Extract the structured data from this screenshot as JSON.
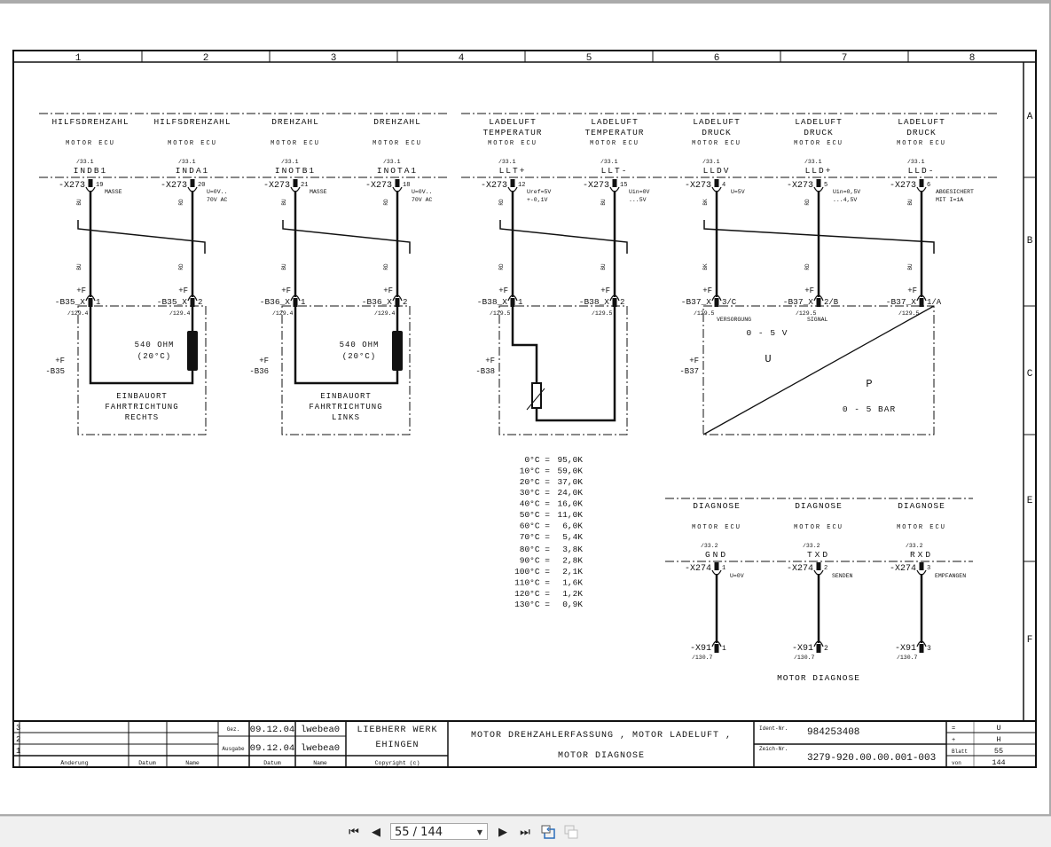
{
  "frame": {
    "columns": [
      "1",
      "2",
      "3",
      "4",
      "5",
      "6",
      "7",
      "8"
    ],
    "rows": [
      "A",
      "B",
      "C",
      "E",
      "F"
    ]
  },
  "circuits": [
    {
      "title1": "HILFSDREHZAHL",
      "title2": "",
      "ecu": "MOTOR ECU",
      "ref": "/33.1",
      "signal": "INDB1",
      "connector": "-X273",
      "pin": "19",
      "note1": "MASSE",
      "note2": "",
      "wire_color": "BU",
      "sensor_f": "+F",
      "sensor_conn": "-B35_X",
      "sensor_pin": "1",
      "sensor_ref": "/129.4"
    },
    {
      "title1": "HILFSDREHZAHL",
      "title2": "",
      "ecu": "MOTOR ECU",
      "ref": "/33.1",
      "signal": "INDA1",
      "connector": "-X273",
      "pin": "20",
      "note1": "U=0V..",
      "note2": "70V AC",
      "wire_color": "RD",
      "sensor_f": "+F",
      "sensor_conn": "-B35_X",
      "sensor_pin": "2",
      "sensor_ref": "/129.4"
    },
    {
      "title1": "DREHZAHL",
      "title2": "",
      "ecu": "MOTOR ECU",
      "ref": "/33.1",
      "signal": "INOTB1",
      "connector": "-X273",
      "pin": "21",
      "note1": "MASSE",
      "note2": "",
      "wire_color": "BU",
      "sensor_f": "+F",
      "sensor_conn": "-B36_X",
      "sensor_pin": "1",
      "sensor_ref": "/129.4"
    },
    {
      "title1": "DREHZAHL",
      "title2": "",
      "ecu": "MOTOR ECU",
      "ref": "/33.1",
      "signal": "INOTA1",
      "connector": "-X273",
      "pin": "18",
      "note1": "U=0V..",
      "note2": "70V AC",
      "wire_color": "RD",
      "sensor_f": "+F",
      "sensor_conn": "-B36_X",
      "sensor_pin": "2",
      "sensor_ref": "/129.4"
    },
    {
      "title1": "LADELUFT",
      "title2": "TEMPERATUR",
      "ecu": "MOTOR ECU",
      "ref": "/33.1",
      "signal": "LLT+",
      "connector": "-X273",
      "pin": "12",
      "note1": "Uref=5V",
      "note2": "+-0,1V",
      "wire_color": "RD",
      "sensor_f": "+F",
      "sensor_conn": "-B38_X",
      "sensor_pin": "1",
      "sensor_ref": "/129.5"
    },
    {
      "title1": "LADELUFT",
      "title2": "TEMPERATUR",
      "ecu": "MOTOR ECU",
      "ref": "/33.1",
      "signal": "LLT-",
      "connector": "-X273",
      "pin": "15",
      "note1": "Uin=0V",
      "note2": "...5V",
      "wire_color": "BU",
      "sensor_f": "+F",
      "sensor_conn": "-B38_X",
      "sensor_pin": "2",
      "sensor_ref": "/129.5"
    },
    {
      "title1": "LADELUFT",
      "title2": "DRUCK",
      "ecu": "MOTOR ECU",
      "ref": "/33.1",
      "signal": "LLDV",
      "connector": "-X273",
      "pin": "4",
      "note1": "U=5V",
      "note2": "",
      "wire_color": "BK",
      "sensor_f": "+F",
      "sensor_conn": "-B37_X",
      "sensor_pin": "3/C",
      "sensor_ref": "/129.5"
    },
    {
      "title1": "LADELUFT",
      "title2": "DRUCK",
      "ecu": "MOTOR ECU",
      "ref": "/33.1",
      "signal": "LLD+",
      "connector": "-X273",
      "pin": "5",
      "note1": "Uin=0,5V",
      "note2": "...4,5V",
      "wire_color": "RD",
      "sensor_f": "+F",
      "sensor_conn": "-B37_X",
      "sensor_pin": "2/B",
      "sensor_ref": "/129.5"
    },
    {
      "title1": "LADELUFT",
      "title2": "DRUCK",
      "ecu": "MOTOR ECU",
      "ref": "/33.1",
      "signal": "LLD-",
      "connector": "-X273",
      "pin": "6",
      "note1": "ABGESICHERT",
      "note2": "MIT I=1A",
      "wire_color": "BU",
      "sensor_f": "+F",
      "sensor_conn": "-B37_X",
      "sensor_pin": "1/A",
      "sensor_ref": "/129.5"
    }
  ],
  "components": {
    "b35": {
      "f": "+F",
      "name": "-B35",
      "value": "540 OHM",
      "temp": "(20°C)",
      "loc1": "EINBAUORT",
      "loc2": "FAHRTRICHTUNG",
      "loc3": "RECHTS"
    },
    "b36": {
      "f": "+F",
      "name": "-B36",
      "value": "540 OHM",
      "temp": "(20°C)",
      "loc1": "EINBAUORT",
      "loc2": "FAHRTRICHTUNG",
      "loc3": "LINKS"
    },
    "b38": {
      "f": "+F",
      "name": "-B38"
    },
    "b37": {
      "f": "+F",
      "name": "-B37",
      "supply": "VERSORGUNG",
      "signal": "SIGNAL",
      "voltage": "0 - 5 V",
      "u": "U",
      "p": "P",
      "pressure": "0 - 5 BAR"
    }
  },
  "temp_table": [
    [
      "0°C =",
      "95,0K"
    ],
    [
      "10°C =",
      "59,0K"
    ],
    [
      "20°C =",
      "37,0K"
    ],
    [
      "30°C =",
      "24,0K"
    ],
    [
      "40°C =",
      "16,0K"
    ],
    [
      "50°C =",
      "11,0K"
    ],
    [
      "60°C =",
      "6,0K"
    ],
    [
      "70°C =",
      "5,4K"
    ],
    [
      "80°C =",
      "3,8K"
    ],
    [
      "90°C =",
      "2,8K"
    ],
    [
      "100°C =",
      "2,1K"
    ],
    [
      "110°C =",
      "1,6K"
    ],
    [
      "120°C =",
      "1,2K"
    ],
    [
      "130°C =",
      "0,9K"
    ]
  ],
  "diagnose": {
    "footer": "MOTOR DIAGNOSE",
    "items": [
      {
        "title": "DIAGNOSE",
        "ecu": "MOTOR ECU",
        "ref": "/33.2",
        "signal": "GND",
        "connector": "-X274",
        "pin": "1",
        "note": "U=0V",
        "end_conn": "-X91",
        "end_pin": "1",
        "end_ref": "/130.7"
      },
      {
        "title": "DIAGNOSE",
        "ecu": "MOTOR ECU",
        "ref": "/33.2",
        "signal": "TXD",
        "connector": "-X274",
        "pin": "2",
        "note": "SENDEN",
        "end_conn": "-X91",
        "end_pin": "2",
        "end_ref": "/130.7"
      },
      {
        "title": "DIAGNOSE",
        "ecu": "MOTOR ECU",
        "ref": "/33.2",
        "signal": "RXD",
        "connector": "-X274",
        "pin": "3",
        "note": "EMPFANGEN",
        "end_conn": "-X91",
        "end_pin": "3",
        "end_ref": "/130.7"
      }
    ]
  },
  "title_block": {
    "rev_rows": [
      "3",
      "2",
      "1"
    ],
    "rev_headers": [
      "Änderung",
      "Datum",
      "Name"
    ],
    "gez_label": "Gez.",
    "gez_date": "09.12.04",
    "gez_name": "lwebea0",
    "ausgabe_label": "Ausgabe",
    "ausgabe_date": "09.12.04",
    "ausgabe_name": "lwebea0",
    "hdr_datum": "Datum",
    "hdr_name": "Name",
    "company1": "LIEBHERR WERK",
    "company2": "EHINGEN",
    "copyright": "Copyright (c)",
    "title1": "MOTOR DREHZAHLERFASSUNG , MOTOR LADELUFT ,",
    "title2": "MOTOR DIAGNOSE",
    "ident_label": "Ident-Nr.",
    "ident": "984253408",
    "zeich_label": "Zeich-Nr.",
    "zeich": "3279-920.00.00.001-003",
    "eq_label": "=",
    "eq": "U",
    "plus_label": "+",
    "plus": "H",
    "blatt_label": "Blatt",
    "blatt": "55",
    "von_label": "von",
    "von": "144"
  },
  "viewer": {
    "page_input": "55 / 144"
  }
}
